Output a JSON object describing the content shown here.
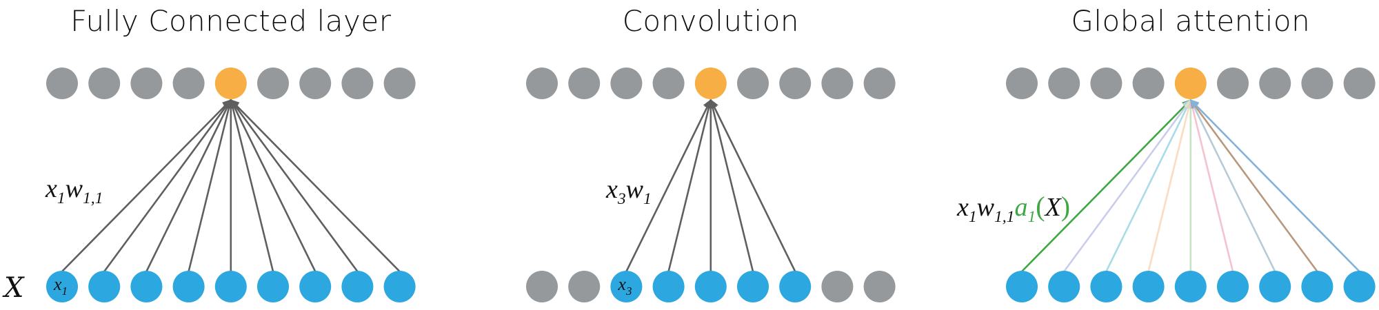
{
  "colors": {
    "gray_node": "#95999b",
    "orange_node": "#f7ae44",
    "blue_node": "#2ca7e0",
    "edge_dark": "#5f5f5f",
    "attention_highlight": "#3ea744"
  },
  "input_label": "X",
  "panels": [
    {
      "id": "fully-connected",
      "title": "Fully Connected layer",
      "output_nodes": 9,
      "target_index": 4,
      "input_active": [
        0,
        1,
        2,
        3,
        4,
        5,
        6,
        7,
        8
      ],
      "edge_colors": [
        "#5f5f5f",
        "#5f5f5f",
        "#5f5f5f",
        "#5f5f5f",
        "#5f5f5f",
        "#5f5f5f",
        "#5f5f5f",
        "#5f5f5f",
        "#5f5f5f"
      ],
      "node_label": {
        "index": 0,
        "base": "x",
        "sub": "1"
      },
      "edge_label": {
        "parts": [
          {
            "t": "x",
            "sub": "1"
          },
          {
            "t": "w",
            "sub": "1,1"
          }
        ]
      }
    },
    {
      "id": "convolution",
      "title": "Convolution",
      "output_nodes": 9,
      "target_index": 4,
      "input_active": [
        2,
        3,
        4,
        5,
        6
      ],
      "edge_colors": [
        "#5f5f5f",
        "#5f5f5f",
        "#5f5f5f",
        "#5f5f5f",
        "#5f5f5f"
      ],
      "node_label": {
        "index": 2,
        "base": "x",
        "sub": "3"
      },
      "edge_label": {
        "parts": [
          {
            "t": "x",
            "sub": "3"
          },
          {
            "t": "w",
            "sub": "1"
          }
        ]
      }
    },
    {
      "id": "global-attention",
      "title": "Global attention",
      "output_nodes": 9,
      "target_index": 4,
      "input_active": [
        0,
        1,
        2,
        3,
        4,
        5,
        6,
        7,
        8
      ],
      "edge_colors": [
        "#3ea744",
        "#c9cdeb",
        "#a9dbe8",
        "#fcdcc0",
        "#c6e3c3",
        "#f4c3cf",
        "#b7cbd6",
        "#b8987c",
        "#84b1d9"
      ],
      "node_label": null,
      "edge_label": {
        "parts": [
          {
            "t": "x",
            "sub": "1"
          },
          {
            "t": "w",
            "sub": "1,1"
          },
          {
            "t": "a",
            "sub": "1",
            "color": "#3ea744"
          },
          {
            "t": "(",
            "color": "#3ea744",
            "upright": true
          },
          {
            "t": "X"
          },
          {
            "t": ")",
            "color": "#3ea744",
            "upright": true
          }
        ]
      }
    }
  ]
}
